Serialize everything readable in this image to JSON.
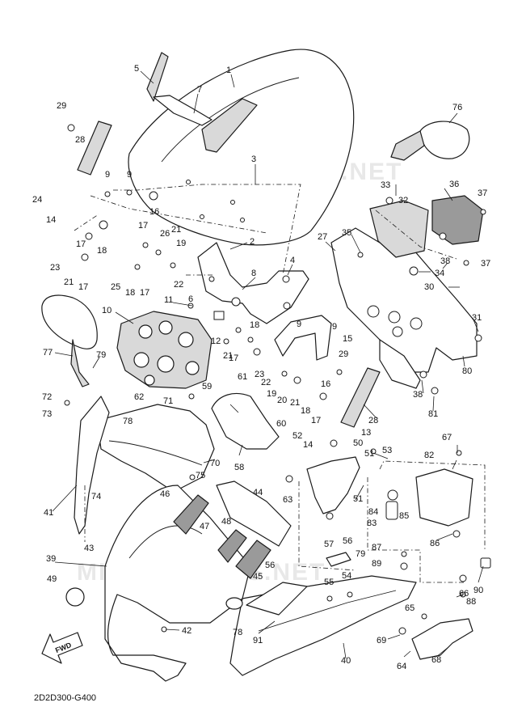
{
  "diagram_code": "2D2D300-G400",
  "fwd_label": "FWD",
  "watermark_text": "MICROFICHES.NET",
  "callouts": [
    "1",
    "2",
    "3",
    "4",
    "5",
    "6",
    "7",
    "8",
    "9",
    "9",
    "9",
    "9",
    "10",
    "11",
    "12",
    "13",
    "14",
    "14",
    "15",
    "16",
    "16",
    "17",
    "17",
    "17",
    "17",
    "17",
    "17",
    "18",
    "18",
    "18",
    "18",
    "19",
    "19",
    "20",
    "21",
    "21",
    "21",
    "21",
    "22",
    "22",
    "23",
    "23",
    "24",
    "25",
    "26",
    "27",
    "28",
    "28",
    "29",
    "29",
    "30",
    "31",
    "32",
    "33",
    "34",
    "35",
    "36",
    "37",
    "37",
    "38",
    "38",
    "39",
    "40",
    "41",
    "42",
    "43",
    "44",
    "45",
    "46",
    "47",
    "48",
    "49",
    "50",
    "51",
    "51",
    "52",
    "53",
    "54",
    "55",
    "56",
    "56",
    "57",
    "58",
    "59",
    "60",
    "61",
    "62",
    "63",
    "64",
    "65",
    "66",
    "67",
    "68",
    "69",
    "70",
    "71",
    "72",
    "73",
    "74",
    "75",
    "76",
    "77",
    "78",
    "78",
    "79",
    "79",
    "80",
    "81",
    "82",
    "83",
    "84",
    "85",
    "86",
    "87",
    "88",
    "89",
    "90",
    "91"
  ],
  "colors": {
    "line": "#1a1a1a",
    "fill_gray": "#d9d9d9",
    "fill_dark": "#9a9a9a",
    "watermark": "#e4e4e4"
  }
}
